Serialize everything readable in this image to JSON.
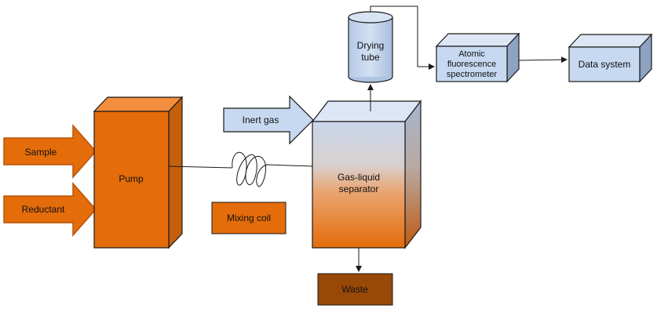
{
  "inputs": {
    "sample": "Sample",
    "reductant": "Reductant",
    "inert_gas": "Inert gas"
  },
  "components": {
    "pump": "Pump",
    "mixing_coil": "Mixing coil",
    "separator_line1": "Gas-liquid",
    "separator_line2": "separator",
    "waste": "Waste",
    "drying_tube_line1": "Drying",
    "drying_tube_line2": "tube",
    "afs_line1": "Atomic",
    "afs_line2": "fluorescence",
    "afs_line3": "spectrometer",
    "data_system": "Data system"
  },
  "colors": {
    "orange": "#E46C0A",
    "orange_dark": "#B8530A",
    "orange_light": "#F28E3D",
    "blue_light": "#C6D9F1",
    "blue_mid": "#A9BFDD",
    "blue_dark": "#7F95B5",
    "brown": "#984807",
    "outline": "#1a1a1a"
  }
}
